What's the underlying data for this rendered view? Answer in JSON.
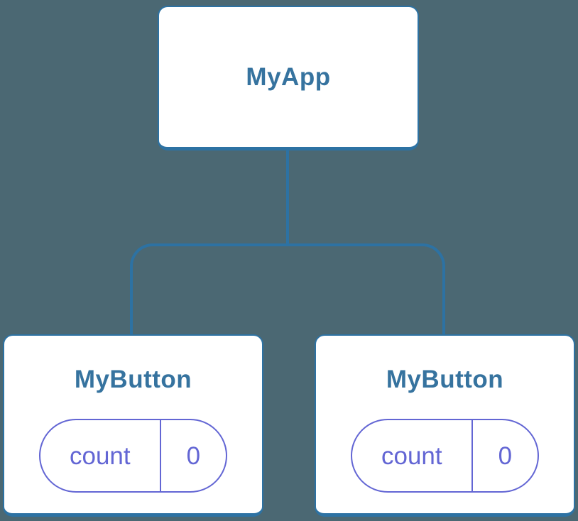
{
  "diagram": {
    "type": "component-tree",
    "root": {
      "label": "MyApp"
    },
    "children": [
      {
        "label": "MyButton",
        "state": {
          "key": "count",
          "value": "0"
        }
      },
      {
        "label": "MyButton",
        "state": {
          "key": "count",
          "value": "0"
        }
      }
    ]
  },
  "colors": {
    "background": "#4B6873",
    "connector": "#2D72A3",
    "node-bg": "#FFFFFF",
    "node-text": "#36739F",
    "state": "#6366D4"
  }
}
